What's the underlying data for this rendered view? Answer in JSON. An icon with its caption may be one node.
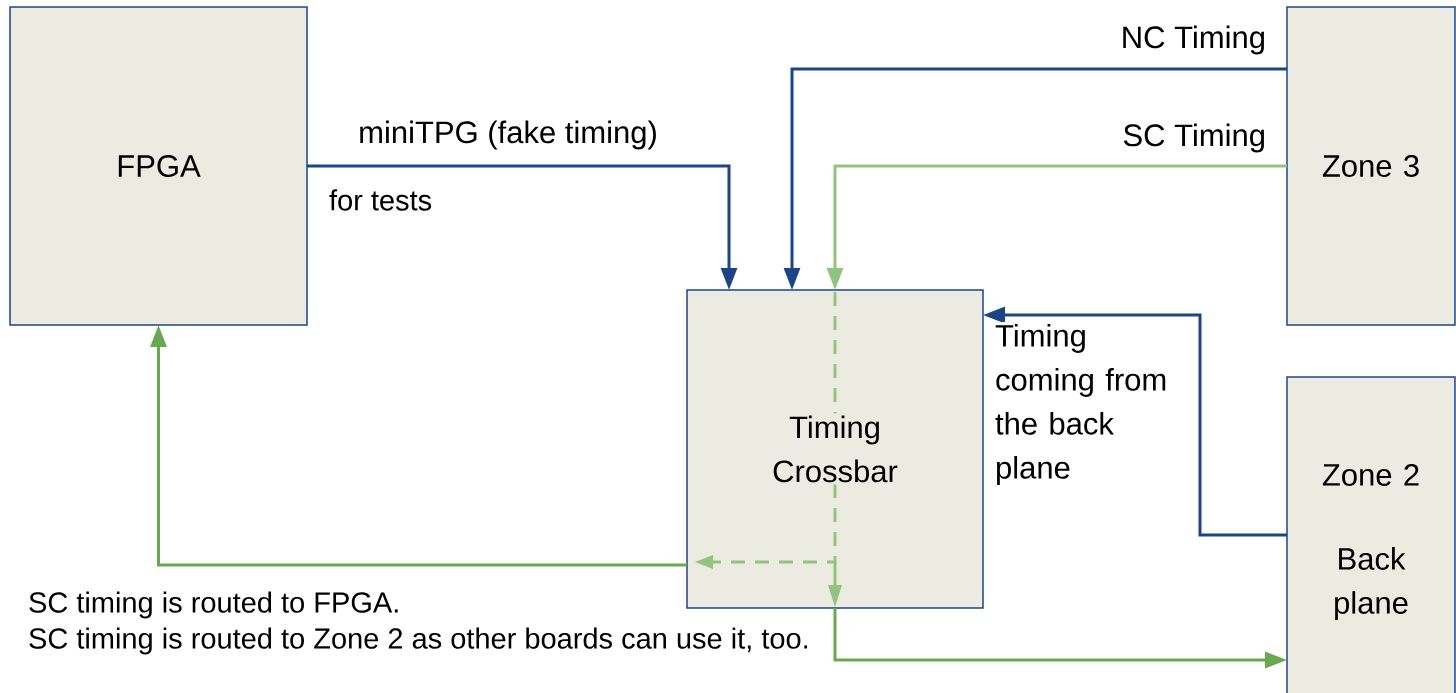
{
  "diagram": {
    "nodes": [
      {
        "text": [
          "FPGA"
        ]
      },
      {
        "text": [
          "Timing Crossbar"
        ]
      },
      {
        "text": [
          "Zone 3"
        ]
      },
      {
        "text": [
          "Zone 2",
          "Back plane"
        ]
      }
    ],
    "edges": [
      {
        "from": 0,
        "to": 1,
        "arrow": "to",
        "label": "miniTPG (fake timing)"
      },
      {
        "from": 2,
        "to": 1,
        "arrow": "to",
        "label": "NC Timing"
      },
      {
        "from": 2,
        "to": 1,
        "arrow": "to",
        "label": "SC Timing",
        "color": "#93c47d"
      },
      {
        "from": 3,
        "to": 1,
        "arrow": "to",
        "label": "Timing coming from the back plane"
      },
      {
        "from": 1,
        "to": 0,
        "arrow": "to",
        "color": "#6aa84f"
      },
      {
        "from": 1,
        "to": 3,
        "arrow": "to",
        "color": "#6aa84f"
      }
    ],
    "labels": [
      "for tests",
      "SC timing is routed to FPGA.",
      "SC timing is routed to Zone 2 as other boards can use it, too."
    ]
  }
}
